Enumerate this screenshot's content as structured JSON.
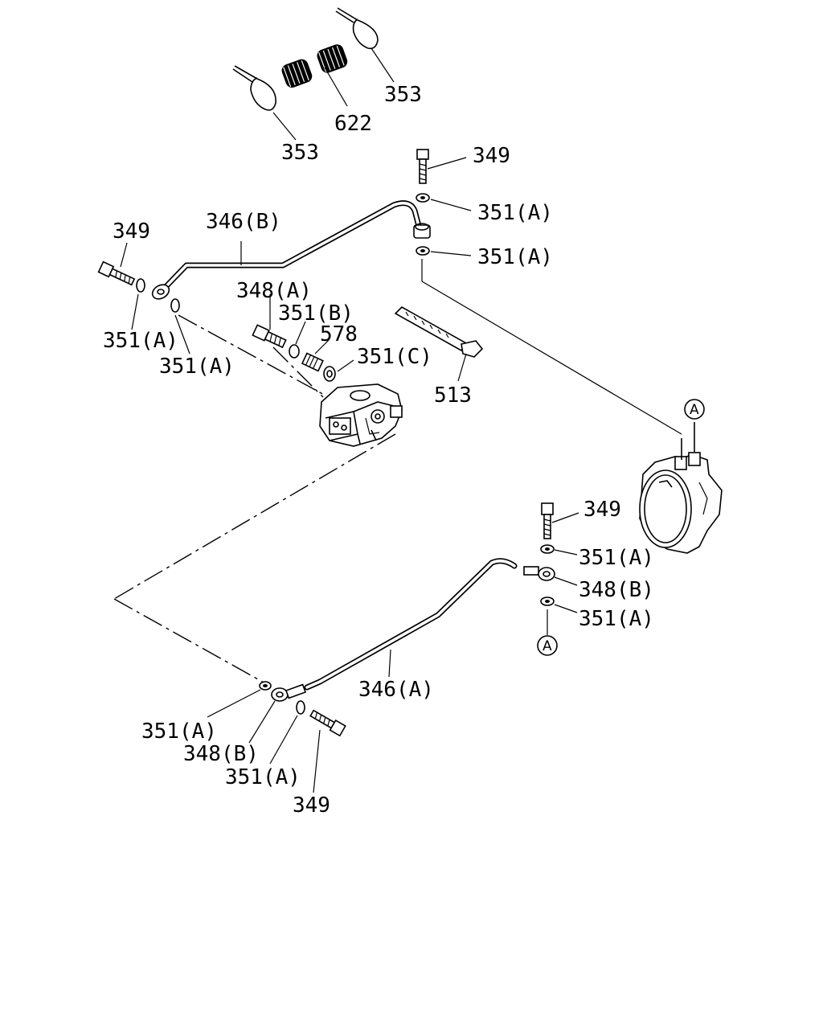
{
  "labels": {
    "p353_top": "353",
    "p622": "622",
    "p353_left": "353",
    "p349_top": "349",
    "p351a_1": "351(A)",
    "p351a_2": "351(A)",
    "p349_left": "349",
    "p346b": "346(B)",
    "p348a": "348(A)",
    "p351b": "351(B)",
    "p578": "578",
    "p351c": "351(C)",
    "p351a_3": "351(A)",
    "p351a_4": "351(A)",
    "p513": "513",
    "ref_a_top": "A",
    "p349_right": "349",
    "p351a_5": "351(A)",
    "p348b_right": "348(B)",
    "p351a_6": "351(A)",
    "ref_a_bottom": "A",
    "p346a": "346(A)",
    "p351a_7": "351(A)",
    "p348b_bottom": "348(B)",
    "p351a_8": "351(A)",
    "p349_bottom": "349"
  }
}
